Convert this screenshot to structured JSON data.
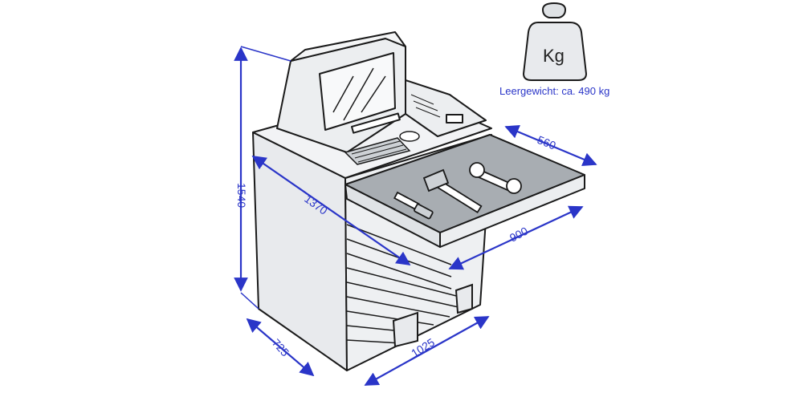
{
  "weight": {
    "caption": "Leergewicht: ca. 490 kg",
    "icon_label": "Kg"
  },
  "dimensions": {
    "height": "1540",
    "depth": "725",
    "width": "1025",
    "inner_depth": "1370",
    "drawer_depth": "560",
    "drawer_width": "900"
  },
  "colors": {
    "dimension_lines": "#2a35c8",
    "sketch_lines": "#1a1a1a",
    "cabinet_fill": "#e8eaed",
    "drawer_mat": "#a8adb2"
  }
}
